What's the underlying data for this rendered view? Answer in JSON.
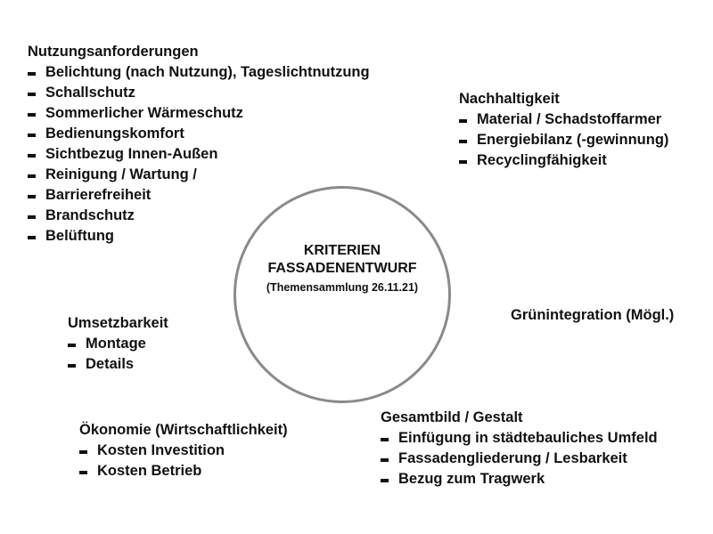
{
  "center": {
    "line1": "KRITERIEN",
    "line2": "FASSADENENTWURF",
    "subtitle": "(Themensammlung 26.11.21)"
  },
  "groups": {
    "nutzungsanforderungen": {
      "heading": "Nutzungsanforderungen",
      "items": [
        "Belichtung (nach Nutzung), Tageslichtnutzung",
        "Schallschutz",
        "Sommerlicher Wärmeschutz",
        "Bedienungskomfort",
        "Sichtbezug Innen-Außen",
        "Reinigung / Wartung /",
        "Barrierefreiheit",
        "Brandschutz",
        "Belüftung"
      ]
    },
    "nachhaltigkeit": {
      "heading": "Nachhaltigkeit",
      "items": [
        "Material / Schadstoffarmer",
        "Energiebilanz (-gewinnung)",
        "Recyclingfähigkeit"
      ]
    },
    "gruenintegration": {
      "heading": "Grünintegration (Mögl.)"
    },
    "umsetzbarkeit": {
      "heading": "Umsetzbarkeit",
      "items": [
        "Montage",
        "Details"
      ]
    },
    "oekonomie": {
      "heading": "Ökonomie (Wirtschaftlichkeit)",
      "items": [
        "Kosten Investition",
        "Kosten Betrieb"
      ]
    },
    "gesamtbild": {
      "heading": "Gesamtbild / Gestalt",
      "items": [
        "Einfügung in städtebauliches Umfeld",
        "Fassadengliederung / Lesbarkeit",
        "Bezug zum Tragwerk"
      ]
    }
  },
  "colors": {
    "circle_stroke": "#8a8a8a",
    "text": "#111111",
    "background": "#ffffff"
  }
}
